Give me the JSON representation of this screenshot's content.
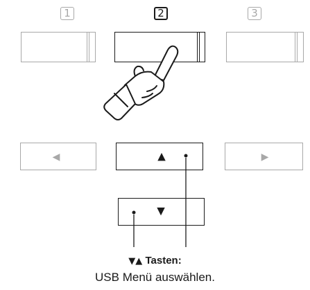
{
  "steps": [
    {
      "label": "1",
      "active": false
    },
    {
      "label": "2",
      "active": true
    },
    {
      "label": "3",
      "active": false
    }
  ],
  "icons": {
    "hand": "pointing-hand-icon",
    "left": "left-triangle-icon",
    "right": "right-triangle-icon",
    "up": "up-triangle-icon",
    "down": "down-triangle-icon",
    "led": "led-indicator-icon"
  },
  "glyphs": {
    "left": "◀",
    "right": "▶",
    "up": "▲",
    "down": "▼"
  },
  "legend": {
    "keys_symbols": "▼▲",
    "keys_label": "Tasten:",
    "description": "USB Menü auswählen."
  },
  "colors": {
    "active": "#1a1a1a",
    "inactive": "#a8a8a8"
  }
}
